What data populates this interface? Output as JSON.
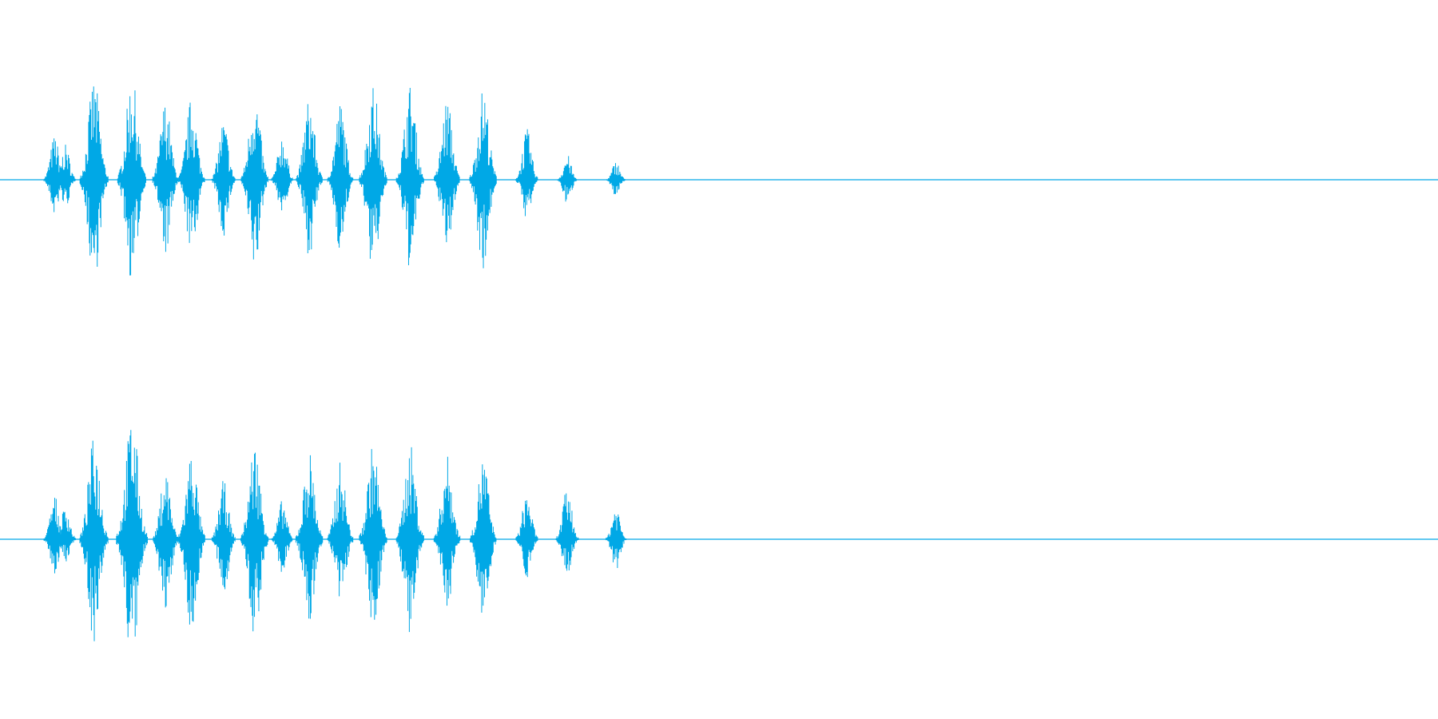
{
  "colors": {
    "background": "#ffffff",
    "waveform": "#00a8e6"
  },
  "waveform": {
    "channels": [
      {
        "bursts": [
          {
            "t": 0.065,
            "pos": 0.28,
            "neg": 0.22
          },
          {
            "t": 0.078,
            "pos": 0.22,
            "neg": 0.18
          },
          {
            "t": 0.112,
            "pos": 0.64,
            "neg": 0.64
          },
          {
            "t": 0.157,
            "pos": 0.65,
            "neg": 0.65
          },
          {
            "t": 0.197,
            "pos": 0.5,
            "neg": 0.48
          },
          {
            "t": 0.228,
            "pos": 0.52,
            "neg": 0.48
          },
          {
            "t": 0.266,
            "pos": 0.38,
            "neg": 0.36
          },
          {
            "t": 0.303,
            "pos": 0.56,
            "neg": 0.58
          },
          {
            "t": 0.336,
            "pos": 0.29,
            "neg": 0.22
          },
          {
            "t": 0.368,
            "pos": 0.52,
            "neg": 0.48
          },
          {
            "t": 0.405,
            "pos": 0.49,
            "neg": 0.45
          },
          {
            "t": 0.444,
            "pos": 0.6,
            "neg": 0.6
          },
          {
            "t": 0.488,
            "pos": 0.6,
            "neg": 0.57
          },
          {
            "t": 0.532,
            "pos": 0.51,
            "neg": 0.45
          },
          {
            "t": 0.575,
            "pos": 0.58,
            "neg": 0.56
          },
          {
            "t": 0.627,
            "pos": 0.32,
            "neg": 0.25
          },
          {
            "t": 0.675,
            "pos": 0.16,
            "neg": 0.16
          },
          {
            "t": 0.733,
            "pos": 0.12,
            "neg": 0.12
          }
        ]
      },
      {
        "bursts": [
          {
            "t": 0.065,
            "pos": 0.28,
            "neg": 0.22
          },
          {
            "t": 0.078,
            "pos": 0.22,
            "neg": 0.15
          },
          {
            "t": 0.112,
            "pos": 0.65,
            "neg": 0.65
          },
          {
            "t": 0.157,
            "pos": 0.78,
            "neg": 0.78
          },
          {
            "t": 0.197,
            "pos": 0.45,
            "neg": 0.49
          },
          {
            "t": 0.228,
            "pos": 0.57,
            "neg": 0.6
          },
          {
            "t": 0.266,
            "pos": 0.37,
            "neg": 0.37
          },
          {
            "t": 0.303,
            "pos": 0.61,
            "neg": 0.63
          },
          {
            "t": 0.336,
            "pos": 0.25,
            "neg": 0.23
          },
          {
            "t": 0.368,
            "pos": 0.56,
            "neg": 0.55
          },
          {
            "t": 0.405,
            "pos": 0.49,
            "neg": 0.43
          },
          {
            "t": 0.444,
            "pos": 0.6,
            "neg": 0.6
          },
          {
            "t": 0.488,
            "pos": 0.6,
            "neg": 0.63
          },
          {
            "t": 0.532,
            "pos": 0.53,
            "neg": 0.43
          },
          {
            "t": 0.575,
            "pos": 0.53,
            "neg": 0.53
          },
          {
            "t": 0.627,
            "pos": 0.31,
            "neg": 0.24
          },
          {
            "t": 0.675,
            "pos": 0.33,
            "neg": 0.23
          },
          {
            "t": 0.733,
            "pos": 0.22,
            "neg": 0.2
          }
        ]
      }
    ]
  }
}
